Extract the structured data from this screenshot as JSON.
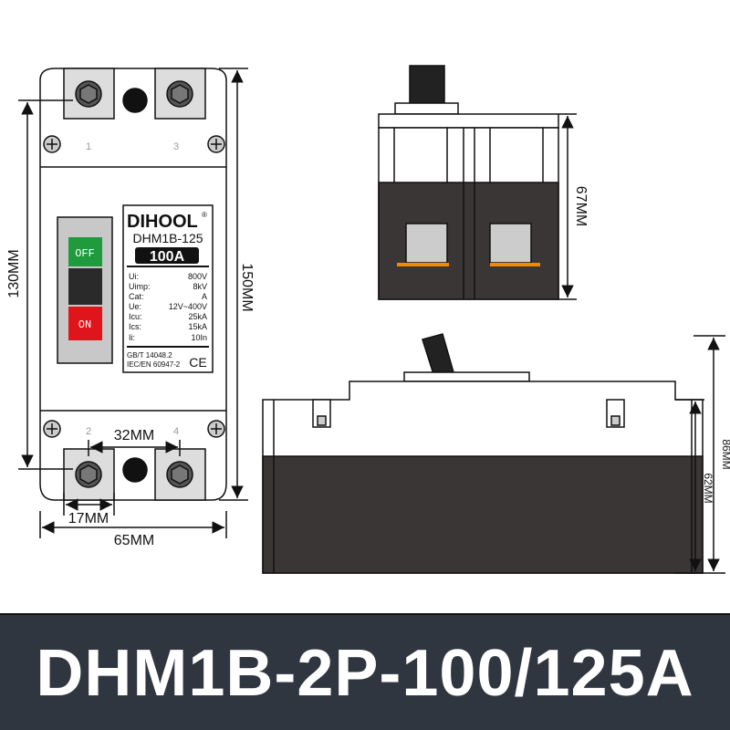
{
  "front_view": {
    "brand": "DIHOOL",
    "registered_mark": "®",
    "model": "DHM1B-125",
    "rating": "100A",
    "specs": [
      {
        "key": "Ui:",
        "value": "800V"
      },
      {
        "key": "Uimp:",
        "value": "8kV"
      },
      {
        "key": "Cat:",
        "value": "A"
      },
      {
        "key": "Ue:",
        "value": "12V~400V"
      },
      {
        "key": "Icu:",
        "value": "25kA"
      },
      {
        "key": "Ics:",
        "value": "15kA"
      },
      {
        "key": "Ii:",
        "value": "10In"
      }
    ],
    "standards": [
      "GB/T 14048.2",
      "IEC/EN 60947-2"
    ],
    "ce_mark": "CE",
    "off_label": "OFF",
    "on_label": "ON",
    "terminal_numbers": [
      "1",
      "3",
      "2",
      "4"
    ]
  },
  "dimensions": {
    "height_inner": "130MM",
    "height_total": "150MM",
    "pole_spacing": "32MM",
    "terminal_width": "17MM",
    "width_total": "65MM",
    "side_depth": "67MM",
    "body_height": "62MM",
    "total_height": "86MM"
  },
  "colors": {
    "off": "#1f9a3c",
    "on": "#e0141b",
    "banner": "#2f3640",
    "dark_body": "#3a3635",
    "orange": "#f08a00"
  },
  "banner": {
    "title": "DHM1B-2P-100/125A"
  }
}
